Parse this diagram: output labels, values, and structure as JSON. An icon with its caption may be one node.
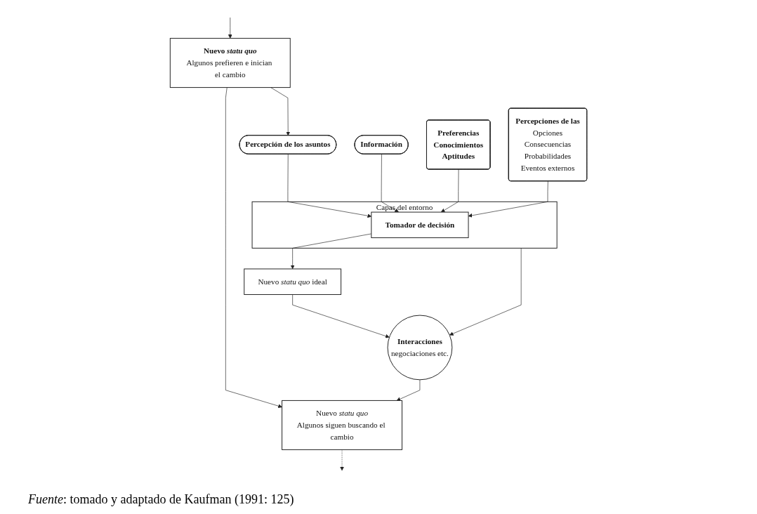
{
  "diagram": {
    "caption": "*Fuente*: tomado y adaptado de Kaufman (1991: 125)",
    "nodes": [
      {
        "text": [
          "Nuevo *statu quo*",
          "Algunos prefieren e inician el cambio"
        ]
      },
      {
        "text": [
          "Percepción de los asuntos"
        ]
      },
      {
        "text": [
          "Información"
        ]
      },
      {
        "text": [
          "Preferencias",
          "Conocimientos",
          "Aptitudes"
        ]
      },
      {
        "text": [
          "Capas del entorno"
        ]
      },
      {
        "text": [
          "Tomador de decisión"
        ],
        "in": 4
      },
      {
        "text": [
          "Percepciones de las",
          "Opciones",
          "Consecuencias",
          "Probabilidades",
          "Eventos externos"
        ]
      },
      {
        "text": [
          "Nuevo *statu quo* ideal"
        ]
      },
      {
        "text": [
          "Interacciones",
          "negociaciones etc."
        ]
      },
      {
        "text": [
          "Nuevo *statu quo*",
          "Algunos siguen buscando el cambio"
        ]
      }
    ],
    "edges": [
      {
        "from": null,
        "to": 0,
        "arrow": "to"
      },
      {
        "from": 0,
        "to": 1,
        "arrow": "to"
      },
      {
        "from": 0,
        "to": 9,
        "arrow": "to"
      },
      {
        "from": 1,
        "to": 5,
        "arrow": "to"
      },
      {
        "from": 2,
        "to": 5,
        "arrow": "to"
      },
      {
        "from": 3,
        "to": 5,
        "arrow": "to"
      },
      {
        "from": 6,
        "to": 5,
        "arrow": "to"
      },
      {
        "from": 5,
        "to": 7,
        "arrow": "to"
      },
      {
        "from": 4,
        "to": 8,
        "arrow": "to"
      },
      {
        "from": 7,
        "to": 8,
        "arrow": "to"
      },
      {
        "from": 8,
        "to": 9,
        "arrow": "to"
      },
      {
        "from": 9,
        "to": null,
        "arrow": "to",
        "style": "dashed"
      }
    ]
  }
}
